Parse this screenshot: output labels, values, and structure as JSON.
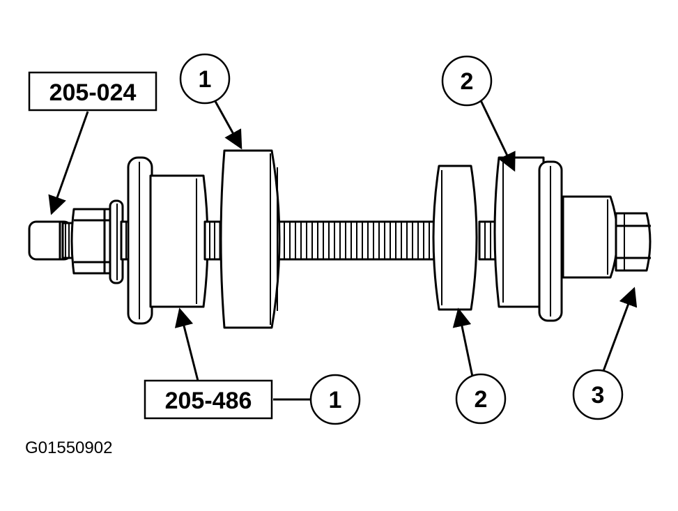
{
  "tool_labels": {
    "top": "205-024",
    "bottom": "205-486"
  },
  "callouts": {
    "c1_top": "1",
    "c2_top": "2",
    "c1_bottom": "1",
    "c2_bottom": "2",
    "c3_bottom": "3"
  },
  "figure_code": "G01550902",
  "colors": {
    "ink": "#000000",
    "paper": "#ffffff"
  }
}
